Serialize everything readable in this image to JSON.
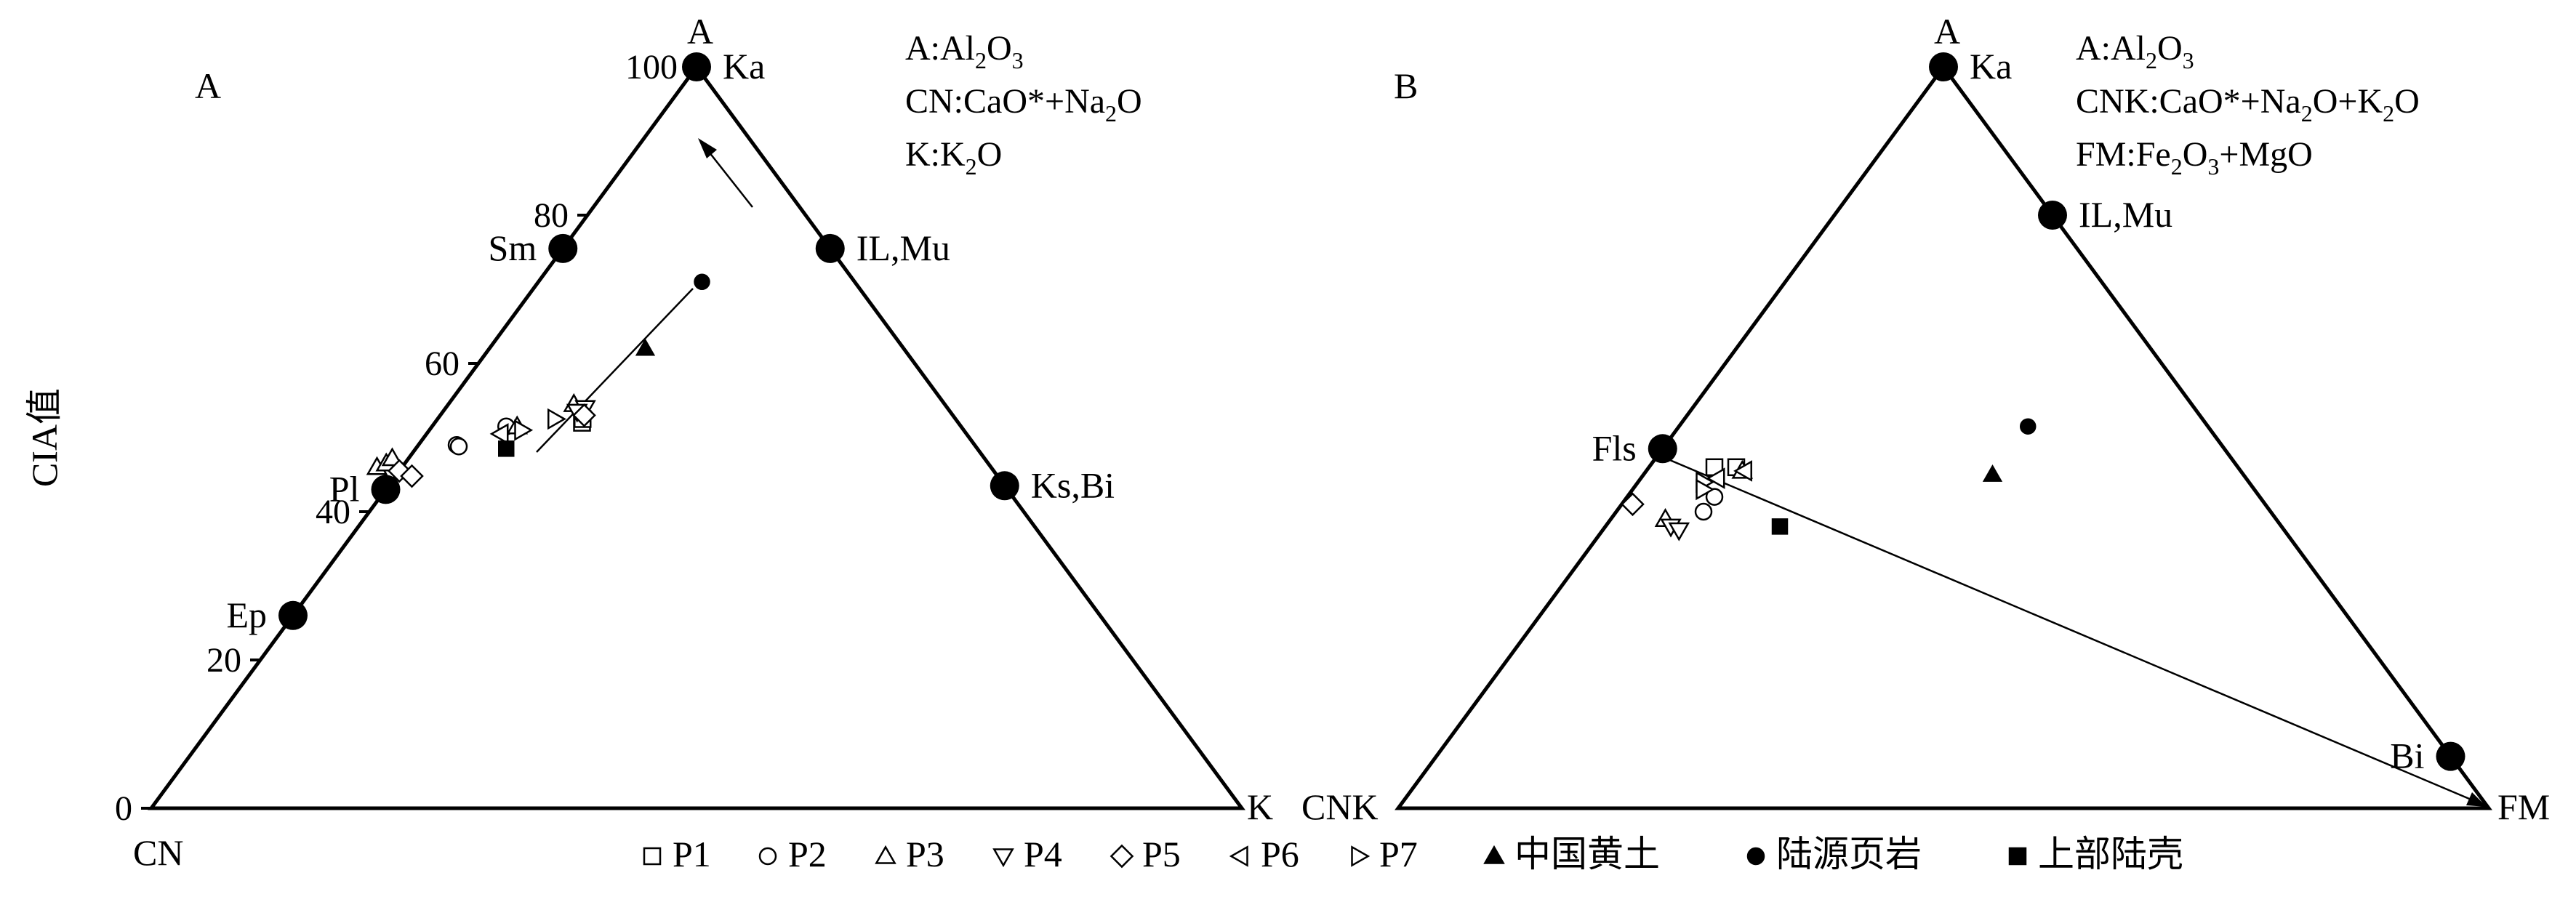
{
  "chart_data": [
    {
      "type": "scatter",
      "panel_label": "A",
      "ylabel": "CIA值",
      "ylim": [
        0,
        100
      ],
      "yticks": [
        0,
        20,
        40,
        60,
        80,
        100
      ],
      "vertices": {
        "top": "A",
        "left": "CN",
        "right": "K"
      },
      "definitions": [
        {
          "pre": "A:Al",
          "s1": "2",
          "mid": "O",
          "s2": "3",
          "post": "",
          "s3": "",
          "tail": ""
        },
        {
          "pre": "CN:CaO*+Na",
          "s1": "2",
          "mid": "O",
          "s2": "",
          "post": "",
          "s3": "",
          "tail": ""
        },
        {
          "pre": "K:K",
          "s1": "2",
          "mid": "O",
          "s2": "",
          "post": "",
          "s3": "",
          "tail": ""
        }
      ],
      "minerals": [
        {
          "label": "Ka",
          "a": 100,
          "k": 0,
          "side": "right"
        },
        {
          "label": "Sm",
          "a": 75.5,
          "k": 0,
          "side": "left"
        },
        {
          "label": "Pl",
          "a": 43,
          "k": 0,
          "side": "left"
        },
        {
          "label": "Ep",
          "a": 26,
          "k": 0,
          "side": "left"
        },
        {
          "label": "IL,Mu",
          "a": 75.5,
          "k": 24.5,
          "side": "right"
        },
        {
          "label": "Ks,Bi",
          "a": 43.5,
          "k": 56.5,
          "side": "right"
        }
      ],
      "samples": [
        {
          "series": "P1",
          "points": [
            {
              "a": 52,
              "k": 13.5
            },
            {
              "a": 52.5,
              "k": 13.3
            }
          ]
        },
        {
          "series": "P2",
          "points": [
            {
              "a": 51.5,
              "k": 6.8
            },
            {
              "a": 49,
              "k": 3.5
            },
            {
              "a": 48.8,
              "k": 3.8
            }
          ]
        },
        {
          "series": "P3",
          "points": [
            {
              "a": 46,
              "k": -2.3
            },
            {
              "a": 46.5,
              "k": -1.7
            },
            {
              "a": 47.2,
              "k": -1.5
            },
            {
              "a": 51.5,
              "k": 7.8
            },
            {
              "a": 54.5,
              "k": 11.5
            }
          ]
        },
        {
          "series": "P4",
          "points": [
            {
              "a": 54,
              "k": 12.8
            },
            {
              "a": 53.5,
              "k": 12.3
            }
          ]
        },
        {
          "series": "P5",
          "points": [
            {
              "a": 45.5,
              "k": 0
            },
            {
              "a": 44.8,
              "k": 1.5
            },
            {
              "a": 53,
              "k": 13.2
            }
          ]
        },
        {
          "series": "P6",
          "points": [
            {
              "a": 50.5,
              "k": 6.8
            }
          ]
        },
        {
          "series": "P7",
          "points": [
            {
              "a": 51,
              "k": 8.5
            },
            {
              "a": 52.5,
              "k": 10.8
            }
          ]
        },
        {
          "series": "中国黄土",
          "points": [
            {
              "a": 62,
              "k": 14.3
            }
          ]
        },
        {
          "series": "陆源页岩",
          "points": [
            {
              "a": 71,
              "k": 15
            }
          ]
        },
        {
          "series": "上部陆壳",
          "points": [
            {
              "a": 48.5,
              "k": 8.3
            }
          ]
        }
      ]
    },
    {
      "type": "scatter",
      "panel_label": "B",
      "vertices": {
        "top": "A",
        "left": "CNK",
        "right": "FM"
      },
      "definitions": [
        {
          "pre": "A:Al",
          "s1": "2",
          "mid": "O",
          "s2": "3",
          "post": "",
          "s3": "",
          "tail": ""
        },
        {
          "pre": "CNK:CaO*+Na",
          "s1": "2",
          "mid": "O+K",
          "s2": "2",
          "post": "O",
          "s3": "",
          "tail": ""
        },
        {
          "pre": "FM:Fe",
          "s1": "2",
          "mid": "O",
          "s2": "3",
          "post": "+MgO",
          "s3": "",
          "tail": ""
        }
      ],
      "minerals": [
        {
          "label": "Ka",
          "a": 100,
          "fm": 0,
          "side": "right"
        },
        {
          "label": "IL,Mu",
          "a": 80,
          "fm": 20,
          "side": "right"
        },
        {
          "label": "Fls",
          "a": 48.5,
          "fm": 0,
          "side": "left"
        },
        {
          "label": "Bi",
          "a": 7,
          "fm": 93,
          "side": "left"
        }
      ],
      "samples": [
        {
          "series": "P1",
          "points": [
            {
              "a": 46,
              "fm": 6
            },
            {
              "a": 46,
              "fm": 8
            }
          ]
        },
        {
          "series": "P2",
          "points": [
            {
              "a": 42,
              "fm": 8
            },
            {
              "a": 40,
              "fm": 8
            }
          ]
        },
        {
          "series": "P3",
          "points": [
            {
              "a": 39,
              "fm": 5
            },
            {
              "a": 45.5,
              "fm": 8.8
            }
          ]
        },
        {
          "series": "P4",
          "points": [
            {
              "a": 38,
              "fm": 6
            },
            {
              "a": 37.5,
              "fm": 7
            }
          ]
        },
        {
          "series": "P5",
          "points": [
            {
              "a": 41,
              "fm": 1
            }
          ]
        },
        {
          "series": "P6",
          "points": [
            {
              "a": 44.5,
              "fm": 7
            },
            {
              "a": 45.5,
              "fm": 9
            }
          ]
        },
        {
          "series": "P7",
          "points": [
            {
              "a": 44,
              "fm": 6
            },
            {
              "a": 43,
              "fm": 6.5
            }
          ]
        },
        {
          "series": "中国黄土",
          "points": [
            {
              "a": 45,
              "fm": 32
            }
          ]
        },
        {
          "series": "陆源页岩",
          "points": [
            {
              "a": 51.5,
              "fm": 32
            }
          ]
        },
        {
          "series": "上部陆壳",
          "points": [
            {
              "a": 38,
              "fm": 16
            }
          ]
        }
      ]
    }
  ],
  "legend": [
    {
      "marker": "square-open",
      "label": "P1"
    },
    {
      "marker": "circle-open",
      "label": "P2"
    },
    {
      "marker": "triangle-up-open",
      "label": "P3"
    },
    {
      "marker": "triangle-down-open",
      "label": "P4"
    },
    {
      "marker": "diamond-open",
      "label": "P5"
    },
    {
      "marker": "triangle-left-open",
      "label": "P6"
    },
    {
      "marker": "triangle-right-open",
      "label": "P7"
    },
    {
      "marker": "triangle-up-filled",
      "label": "中国黄土"
    },
    {
      "marker": "circle-filled",
      "label": "陆源页岩"
    },
    {
      "marker": "square-filled",
      "label": "上部陆壳"
    }
  ]
}
